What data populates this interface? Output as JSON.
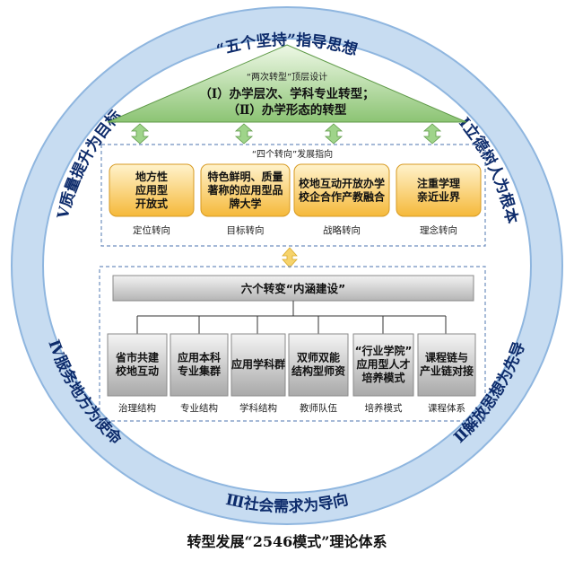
{
  "ring": {
    "top": "“五个坚持”指导思想",
    "upper_right": "Ⅰ立德树人为根本",
    "lower_right": "Ⅱ解放思想为先导",
    "bottom": "Ⅲ社会需求为导向",
    "lower_left": "Ⅳ服务地方为使命",
    "upper_left": "Ⅴ质量提升为目标"
  },
  "roof": {
    "subtitle": "“两次转型”顶层设计",
    "line1": "（Ⅰ）办学层次、学科专业转型；",
    "line2": "（Ⅱ）办学形态的转型"
  },
  "directions": {
    "title": "“四个转向”发展指向",
    "items": [
      {
        "lines": [
          "地方性",
          "应用型",
          "开放式"
        ],
        "label": "定位转向"
      },
      {
        "lines": [
          "特色鲜明、质量",
          "著称的应用型品",
          "牌大学"
        ],
        "label": "目标转向"
      },
      {
        "lines": [
          "校地互动开放办学",
          "校企合作产教融合"
        ],
        "label": "战略转向"
      },
      {
        "lines": [
          "注重学理",
          "亲近业界"
        ],
        "label": "理念转向"
      }
    ]
  },
  "construction": {
    "title": "六个转变“内涵建设”",
    "items": [
      {
        "lines": [
          "省市共建",
          "校地互动"
        ],
        "label": "治理结构"
      },
      {
        "lines": [
          "应用本科",
          "专业集群"
        ],
        "label": "专业结构"
      },
      {
        "lines": [
          "应用学科群"
        ],
        "label": "学科结构"
      },
      {
        "lines": [
          "双师双能",
          "结构型师资"
        ],
        "label": "教师队伍"
      },
      {
        "lines": [
          "“行业学院”",
          "应用型人才",
          "培养模式"
        ],
        "label": "培养模式"
      },
      {
        "lines": [
          "课程链与",
          "产业链对接"
        ],
        "label": "课程体系"
      }
    ]
  },
  "caption": "转型发展“2546模式”理论体系",
  "colors": {
    "ring": "#b8d3ee",
    "ring_edge": "#8fb6df",
    "ring_text": "#0d2b6b",
    "roof": "#6fae5a",
    "roof_light": "#d7ecc8",
    "goal_box": "#f8c74f",
    "goal_box_light": "#fdebb8",
    "item_box": "#a8a8a8",
    "item_box_light": "#e6e6e6",
    "arrow_green": "#9fd48a",
    "arrow_yellow": "#f6d36b",
    "dashed": "#6f8fbf"
  }
}
